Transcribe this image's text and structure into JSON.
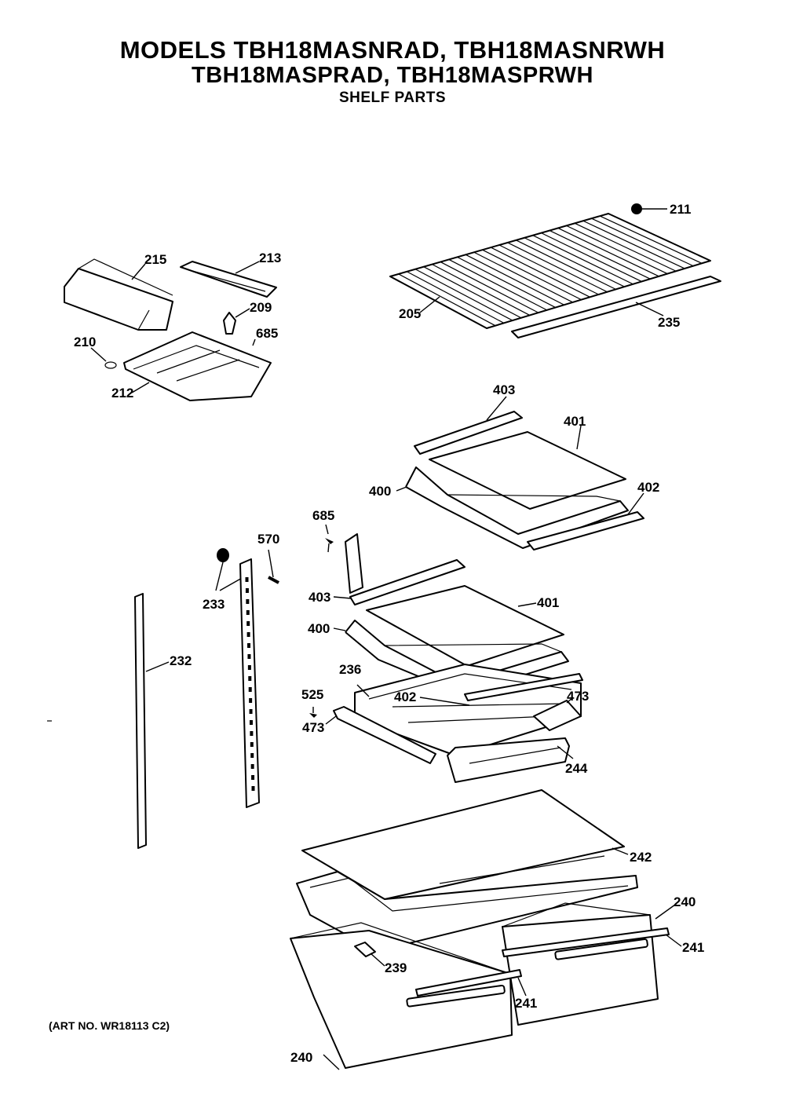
{
  "header": {
    "line1": "MODELS TBH18MASNRAD, TBH18MASNRWH",
    "line2": "TBH18MASPRAD, TBH18MASPRWH",
    "line3": "SHELF PARTS"
  },
  "art_number": "(ART NO. WR18113 C2)",
  "callouts": {
    "c211": "211",
    "c205": "205",
    "c235": "235",
    "c215": "215",
    "c213": "213",
    "c209": "209",
    "c685a": "685",
    "c210": "210",
    "c212": "212",
    "c403a": "403",
    "c401a": "401",
    "c400a": "400",
    "c402a": "402",
    "c685b": "685",
    "c570": "570",
    "c233": "233",
    "c403b": "403",
    "c401b": "401",
    "c400b": "400",
    "c232": "232",
    "c236": "236",
    "c525": "525",
    "c402b": "402",
    "c473a": "473",
    "c473b": "473",
    "c244": "244",
    "c242": "242",
    "c240a": "240",
    "c241a": "241",
    "c239": "239",
    "c241b": "241",
    "c240b": "240"
  }
}
